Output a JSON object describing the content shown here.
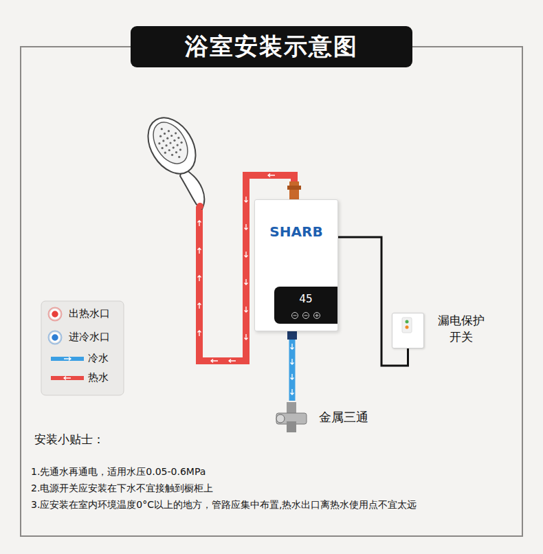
{
  "diagram": {
    "title": "浴室安装示意图",
    "nodes": [
      {
        "text": [
          "SHARB"
        ]
      },
      {
        "text": [
          "45"
        ],
        "in": 0
      },
      {
        "text": [
          "漏电保护 开关"
        ]
      },
      {
        "text": [
          "金属三通"
        ]
      }
    ],
    "edges": [
      {
        "from": 0,
        "to": 2,
        "arrow": "none"
      },
      {
        "from": 0,
        "to": 3,
        "arrow": "none"
      }
    ],
    "labels": [
      "安装小贴士：",
      "1.先通水再通电，适用水压0.05-0.6MPa",
      "2.电源开关应安装在下水不宜接触到橱柜上",
      "3.应安装在室内环境温度0°C以上的地方，管路应集中布置,热水出口离热水使用点不宜太远"
    ],
    "legend": [
      {
        "text": "出热水口",
        "color": "#e8413c"
      },
      {
        "text": "进冷水口",
        "color": "#2f7fd4"
      },
      {
        "text": "冷水"
      },
      {
        "text": "热水"
      }
    ]
  }
}
